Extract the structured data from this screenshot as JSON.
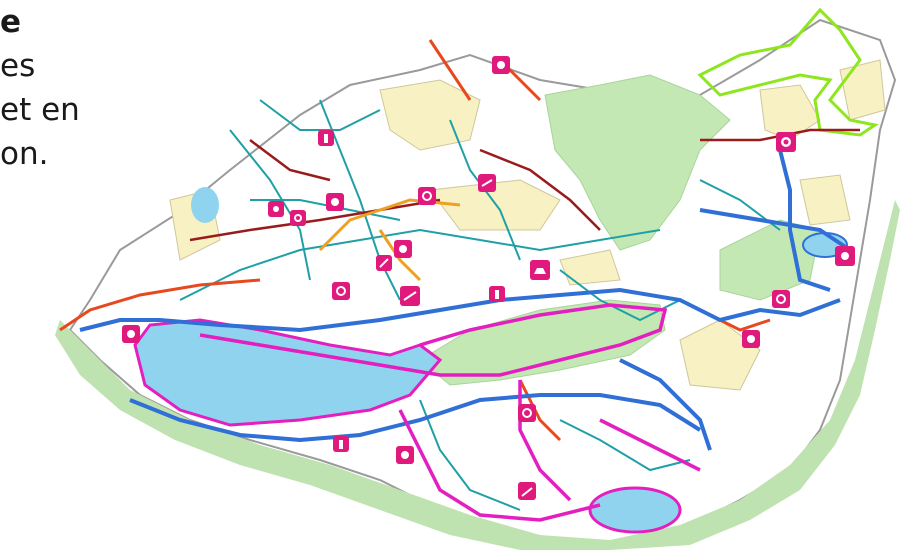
{
  "slide_text": {
    "line1": "e",
    "line2": "es",
    "line3": "et en",
    "line4": "on."
  },
  "map": {
    "colors": {
      "coast_band": "#bfe3b0",
      "park_green": "#c4e8b4",
      "urban_yellow": "#f7f1c3",
      "lagoon_blue": "#8fd3ef",
      "trail_magenta": "#e31fc0",
      "trail_blue": "#2f6fd6",
      "road_teal": "#1fa0a6",
      "road_darkred": "#9a1b1b",
      "road_orange_red": "#e8481e",
      "road_orange": "#f0a020",
      "border_grey": "#9a9a9a",
      "border_lime": "#8ee61e",
      "icon_pink": "#e0197d"
    },
    "icon_names": [
      "hiking-icon",
      "cycling-icon",
      "horse-riding-icon",
      "viewpoint-icon",
      "information-icon",
      "birdwatching-icon",
      "boat-icon",
      "fishing-icon"
    ]
  }
}
